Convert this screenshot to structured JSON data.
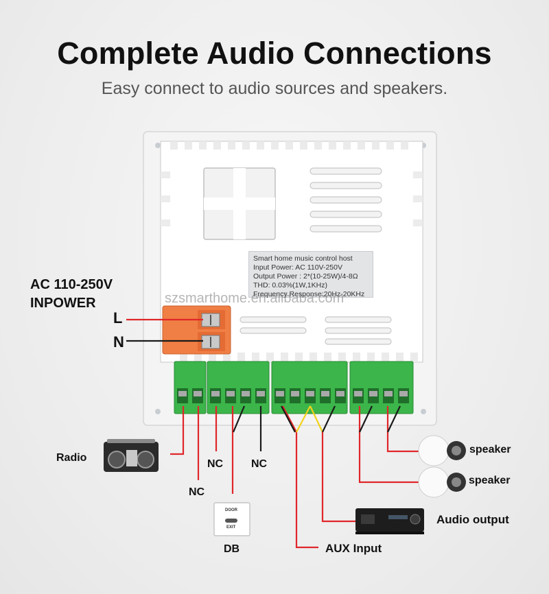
{
  "title": "Complete Audio Connections",
  "subtitle": "Easy connect to audio sources and speakers.",
  "power": {
    "line1": "AC 110-250V",
    "line2": "INPOWER",
    "l": "L",
    "n": "N"
  },
  "device_label": [
    "Smart home music control host",
    "Input Power: AC 110V-250V",
    "Output Power : 2*(10-25W)/4-8Ω",
    "THD: 0.03%(1W,1KHz)",
    "Frequency Response:20Hz-20KHz"
  ],
  "watermark": "szsmarthome.en.alibaba.com",
  "labels": {
    "radio": "Radio",
    "nc_a": "NC",
    "nc_b": "NC",
    "nc_c": "NC",
    "db": "DB",
    "aux": "AUX Input",
    "audio_output": "Audio output",
    "speaker_1": "speaker",
    "speaker_2": "speaker"
  },
  "doorbell": {
    "top": "DOOR",
    "bottom": "EXIT"
  },
  "colors": {
    "wire_red": "#e0262a",
    "wire_black": "#1a1a1a",
    "wire_yellow": "#f2d21b",
    "terminal_green": "#3cb54a",
    "terminal_orange": "#f07f45"
  }
}
